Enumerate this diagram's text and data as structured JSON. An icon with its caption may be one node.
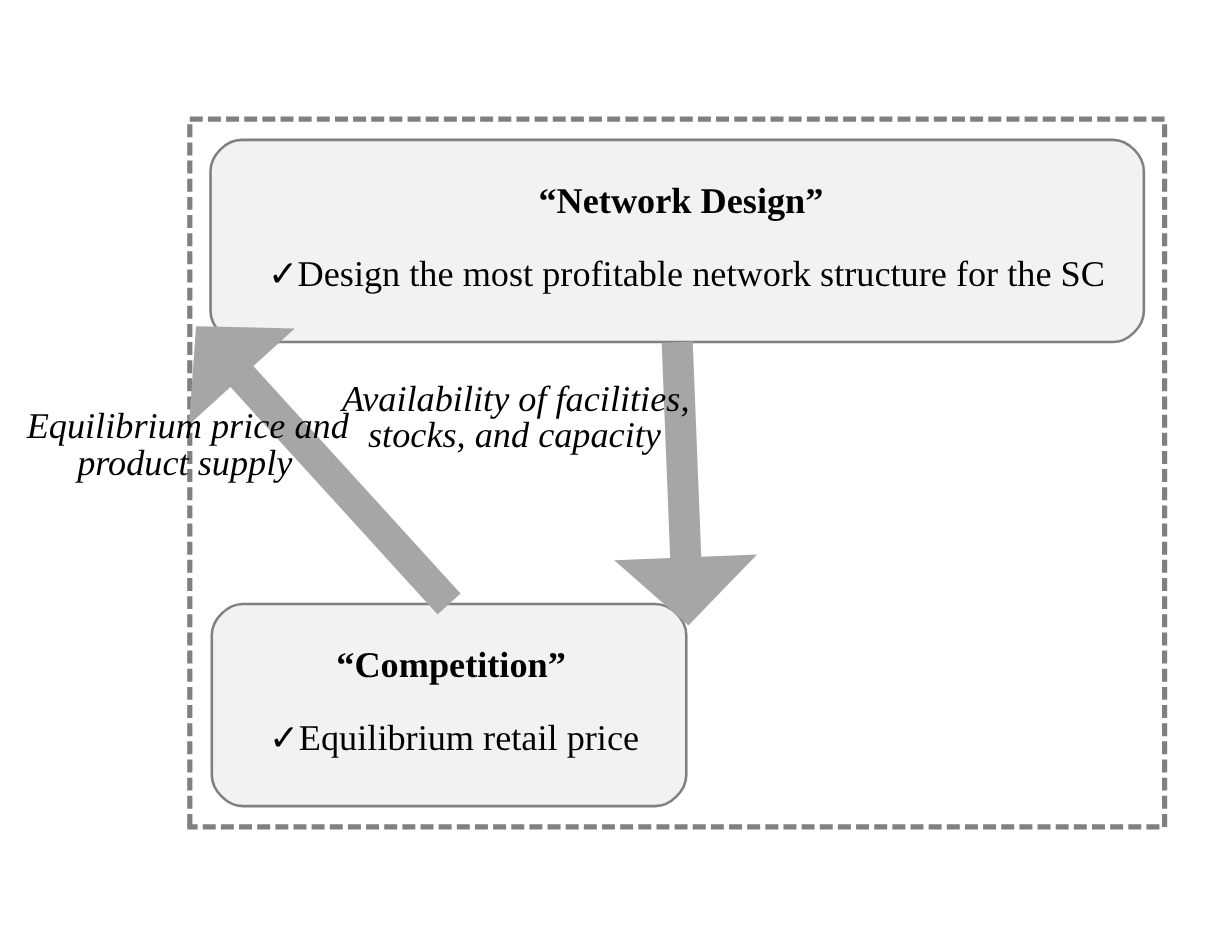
{
  "diagram": {
    "nodes": [
      {
        "text": [],
        "shape": "box"
      },
      {
        "text": [
          "“Network Design”",
          "✓Design the most profitable network structure for the SC"
        ],
        "in": 0
      },
      {
        "text": [
          "“Competition”",
          "✓Equilibrium retail price"
        ],
        "in": 0
      }
    ],
    "edges": [
      {
        "from": 2,
        "to": 1,
        "arrow": "to",
        "label": "Equilibrium price and product supply"
      },
      {
        "from": 1,
        "to": 2,
        "arrow": "to",
        "label": "Availability of facilities, stocks, and capacity"
      }
    ]
  }
}
